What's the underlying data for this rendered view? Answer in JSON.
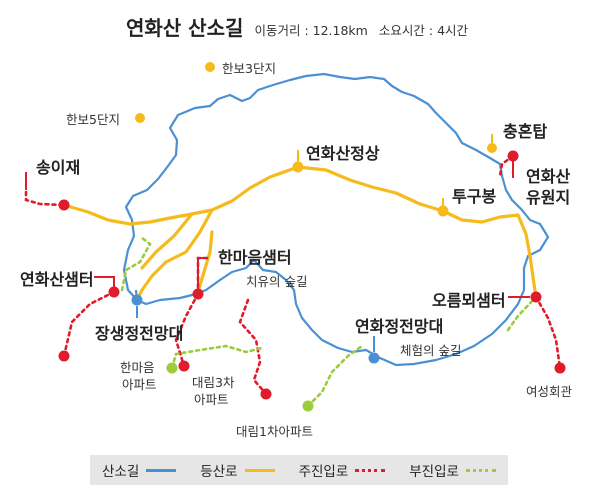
{
  "header": {
    "title": "연화산 산소길",
    "distance": "이동거리 : 12.18km",
    "time": "소요시간 : 4시간"
  },
  "places": {
    "hanbo3": "한보3단지",
    "hanbo5": "한보5단지",
    "chunghontap": "충혼탑",
    "yeonhwasan_yuwonji": [
      "연화산",
      "유원지"
    ],
    "yeonhwasan_summit": "연화산정상",
    "tugubong": "투구봉",
    "songijae": "송이재",
    "hanmaeum_spring": "한마음샘터",
    "healing_forest": "치유의 숲길",
    "yeonhwasan_spring": "연화산샘터",
    "jangsaeng_observatory": "장생정전망대",
    "oreumoe_spring": "오름뫼샘터",
    "yeonhwa_observatory": "연화정전망대",
    "experience_forest": "체험의 숲길",
    "hanmaeum_apt": [
      "한마음",
      "아파트"
    ],
    "daelim3_apt": [
      "대림3차",
      "아파트"
    ],
    "daelim1_apt": "대림1차아파트",
    "yeoseong_hall": "여성회관"
  },
  "legend": {
    "trail": "산소길",
    "hiking_road": "등산로",
    "main_entrance": "주진입로",
    "sub_entrance": "부진입로"
  },
  "colors": {
    "trail": "#4a90d2",
    "hiking_road": "#f5bb1c",
    "main_entrance": "#e01b2b",
    "sub_entrance": "#9ccc3c"
  }
}
